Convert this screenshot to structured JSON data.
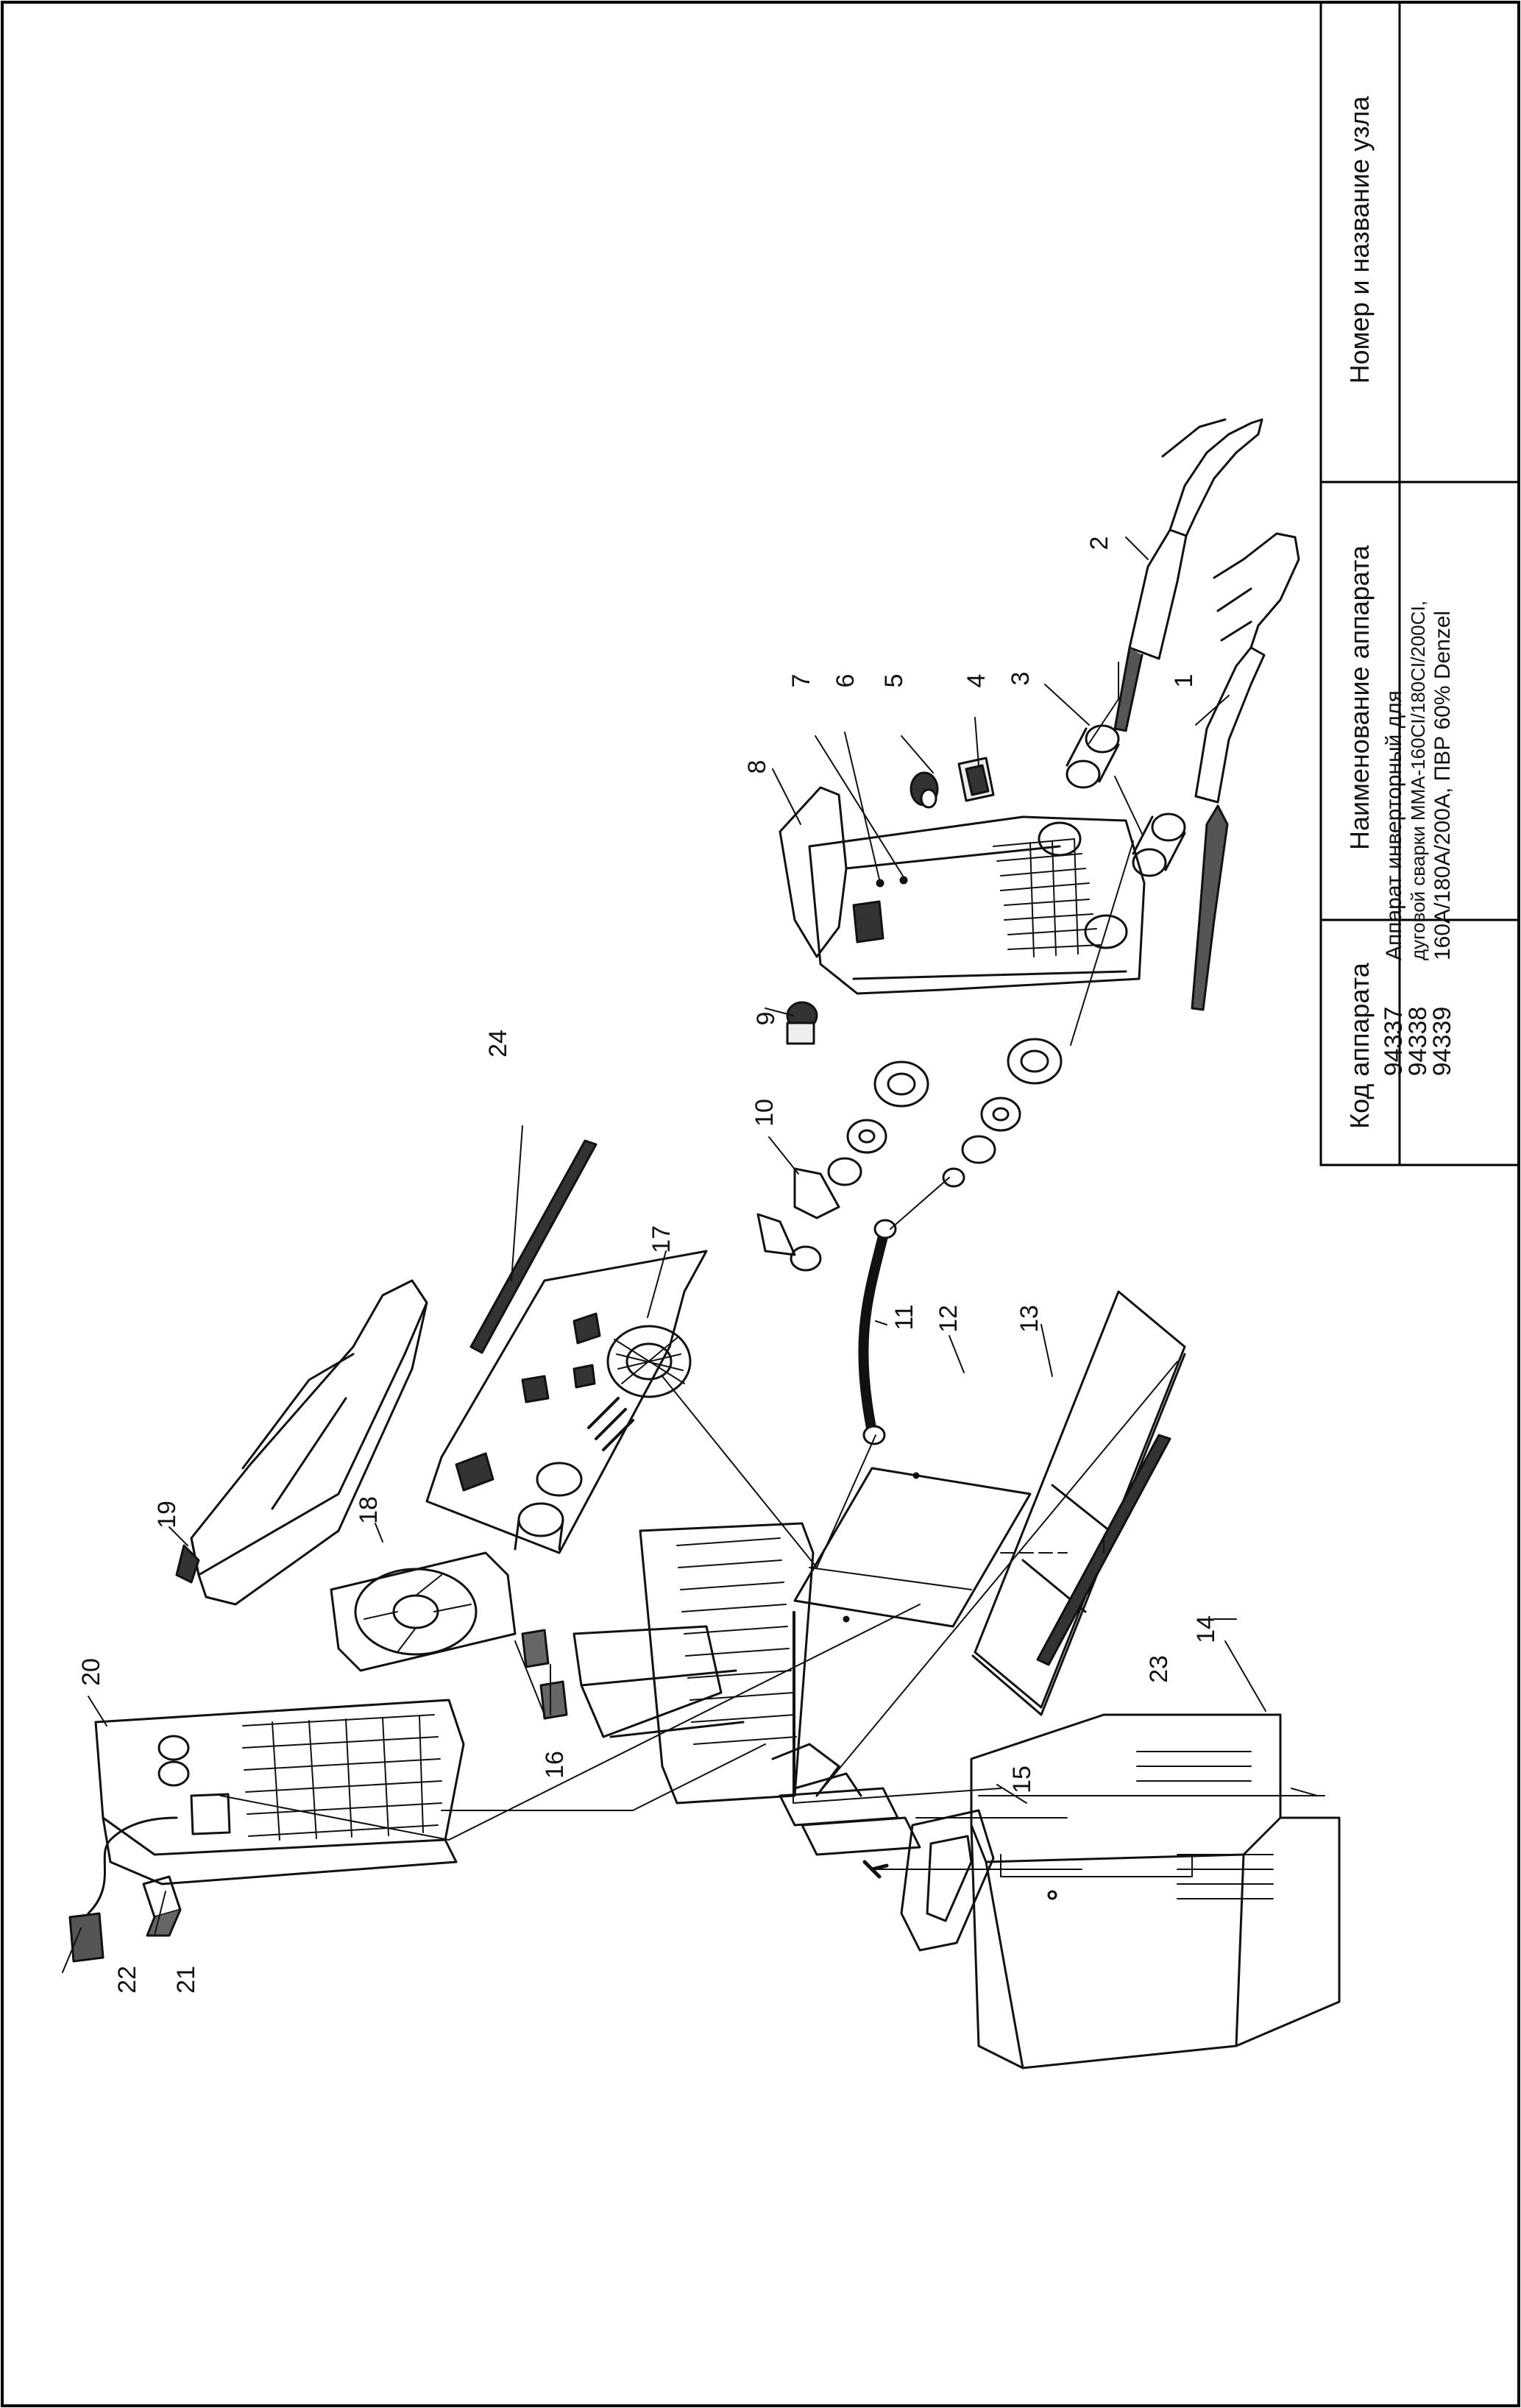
{
  "title_block": {
    "header_code": "Код аппарата",
    "header_name": "Наименование аппарата",
    "header_node": "Номер и название узла",
    "codes": [
      "94337",
      "94338",
      "94339"
    ],
    "name_lines": [
      "Аппарат инверторный для",
      "дуговой сварки ММА-160CI/180CI/200CI,",
      "160A/180A/200A, ПВР 60% Denzel"
    ]
  },
  "callouts": {
    "c1": "1",
    "c2": "2",
    "c3": "3",
    "c4": "4",
    "c5": "5",
    "c6": "6",
    "c7": "7",
    "c8": "8",
    "c9": "9",
    "c10": "10",
    "c11": "11",
    "c12": "12",
    "c13": "13",
    "c14": "14",
    "c15": "15",
    "c16": "16",
    "c17": "17",
    "c18": "18",
    "c19": "19",
    "c20": "20",
    "c21": "21",
    "c22": "22",
    "c23": "23",
    "c24": "24"
  }
}
